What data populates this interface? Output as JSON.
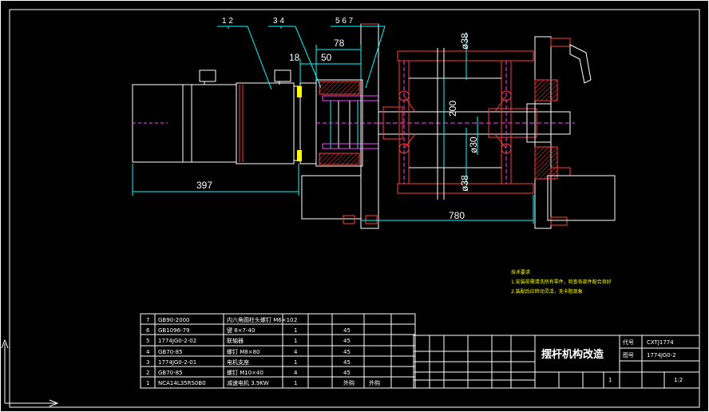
{
  "dimensions": {
    "d397": "397",
    "d780": "780",
    "d78": "78",
    "d18": "18",
    "d50": "50",
    "d200": "200",
    "d38_top": "ø38",
    "d38_bot": "ø38",
    "d30": "ø30"
  },
  "balloons": {
    "g1": "1  2",
    "g2": "3  4",
    "g3": "5  6  7"
  },
  "notes": {
    "title": "技术要求",
    "line1": "1.安装前需清洗所有零件，检查各部件配合良好",
    "line2": "2.装配后应转动灵活，无卡阻现象"
  },
  "bom": [
    {
      "no": "7",
      "code": "GB90-2000",
      "name": "内六角圆柱头螺钉 M6×10",
      "qty": "2",
      "mat": "",
      "note": ""
    },
    {
      "no": "6",
      "code": "GB1096-79",
      "name": "键 8×7-40",
      "qty": "1",
      "mat": "45",
      "note": ""
    },
    {
      "no": "5",
      "code": "1774JG0-2-02",
      "name": "联轴器",
      "qty": "1",
      "mat": "45",
      "note": ""
    },
    {
      "no": "4",
      "code": "GB70-85",
      "name": "螺钉 M8×80",
      "qty": "4",
      "mat": "45",
      "note": ""
    },
    {
      "no": "3",
      "code": "1774JG0-2-01",
      "name": "电机支座",
      "qty": "1",
      "mat": "45",
      "note": ""
    },
    {
      "no": "2",
      "code": "GB70-85",
      "name": "螺钉 M10×40",
      "qty": "4",
      "mat": "45",
      "note": ""
    },
    {
      "no": "1",
      "code": "NCA14L35RS0B0",
      "name": "减速电机 3.9KW",
      "qty": "1",
      "mat": "外购",
      "note": "外购"
    }
  ],
  "title_block": {
    "drawing_title": "摆杆机构改造",
    "code_label": "代号",
    "code_value": "CXTJ1774",
    "no_label": "图号",
    "no_value": "1774JG0-2",
    "sheet": "1",
    "scale": "1:2"
  },
  "colors": {
    "frame": "#ffffff",
    "outline": "#ffffff",
    "red": "#ff3c3c",
    "cyan": "#00ffff",
    "green": "#3cff3c",
    "yellow": "#ffff00",
    "magenta": "#ff40ff",
    "blue": "#4060ff"
  }
}
